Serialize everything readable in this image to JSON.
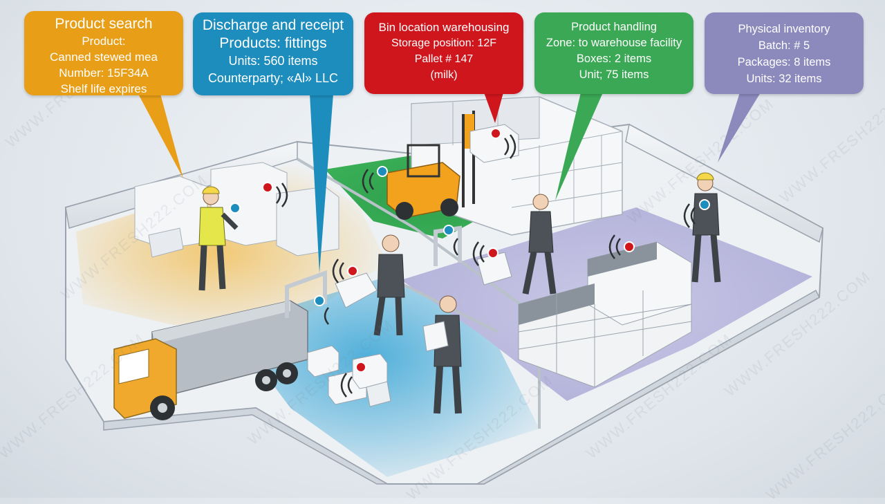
{
  "callouts": {
    "product_search": {
      "color": "#e89e17",
      "lines": [
        "Product search",
        "Product:",
        "Canned stewed mea",
        "Number: 15F34A",
        "Shelf life expires"
      ]
    },
    "discharge": {
      "color": "#1d8dbd",
      "lines": [
        "Discharge and receipt",
        "Products: fittings",
        "Units: 560 items",
        "Counterparty; «Al» LLC"
      ]
    },
    "bin_location": {
      "color": "#d0161d",
      "lines": [
        "Bin location warehousing",
        "Storage position: 12F",
        "Pallet # 147",
        "(milk)"
      ]
    },
    "product_handling": {
      "color": "#3aa854",
      "lines": [
        "Product handling",
        "Zone: to warehouse facility",
        "Boxes: 2 items",
        "Unit; 75 items"
      ]
    },
    "physical_inventory": {
      "color": "#8c89bd",
      "lines": [
        "Physical inventory",
        "Batch: # 5",
        "Packages: 8 items",
        "Units: 32 items"
      ]
    }
  },
  "watermark": "WWW.FRESH222.COM",
  "zone_colors": {
    "search": "#f2c66d",
    "receipt": "#5cb6de",
    "storage": "#33a852",
    "inventory": "#b7b6dc"
  }
}
